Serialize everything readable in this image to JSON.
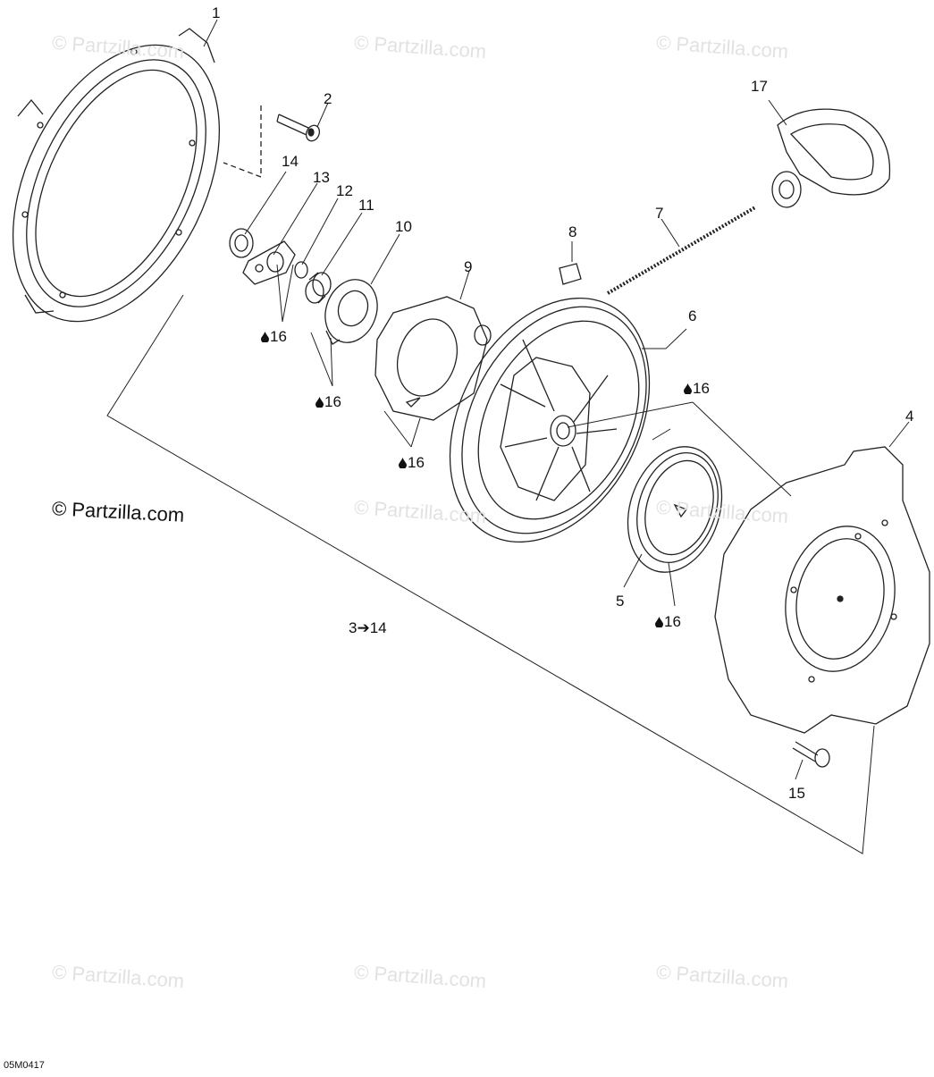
{
  "diagram": {
    "callouts": [
      {
        "id": "c1",
        "text": "1"
      },
      {
        "id": "c2",
        "text": "2"
      },
      {
        "id": "c4",
        "text": "4"
      },
      {
        "id": "c5",
        "text": "5"
      },
      {
        "id": "c6",
        "text": "6"
      },
      {
        "id": "c7",
        "text": "7"
      },
      {
        "id": "c8",
        "text": "8"
      },
      {
        "id": "c9",
        "text": "9"
      },
      {
        "id": "c10",
        "text": "10"
      },
      {
        "id": "c11",
        "text": "11"
      },
      {
        "id": "c12",
        "text": "12"
      },
      {
        "id": "c13",
        "text": "13"
      },
      {
        "id": "c14",
        "text": "14"
      },
      {
        "id": "c15",
        "text": "15"
      },
      {
        "id": "c17",
        "text": "17"
      }
    ],
    "lube_callouts": [
      {
        "id": "l1",
        "text": "16"
      },
      {
        "id": "l2",
        "text": "16"
      },
      {
        "id": "l3",
        "text": "16"
      },
      {
        "id": "l4",
        "text": "16"
      },
      {
        "id": "l5",
        "text": "16"
      }
    ],
    "assembly_range": "3➔14",
    "drawing_code": "05M0417"
  },
  "copyright": "© Partzilla.com",
  "watermark": "© Partzilla.com"
}
